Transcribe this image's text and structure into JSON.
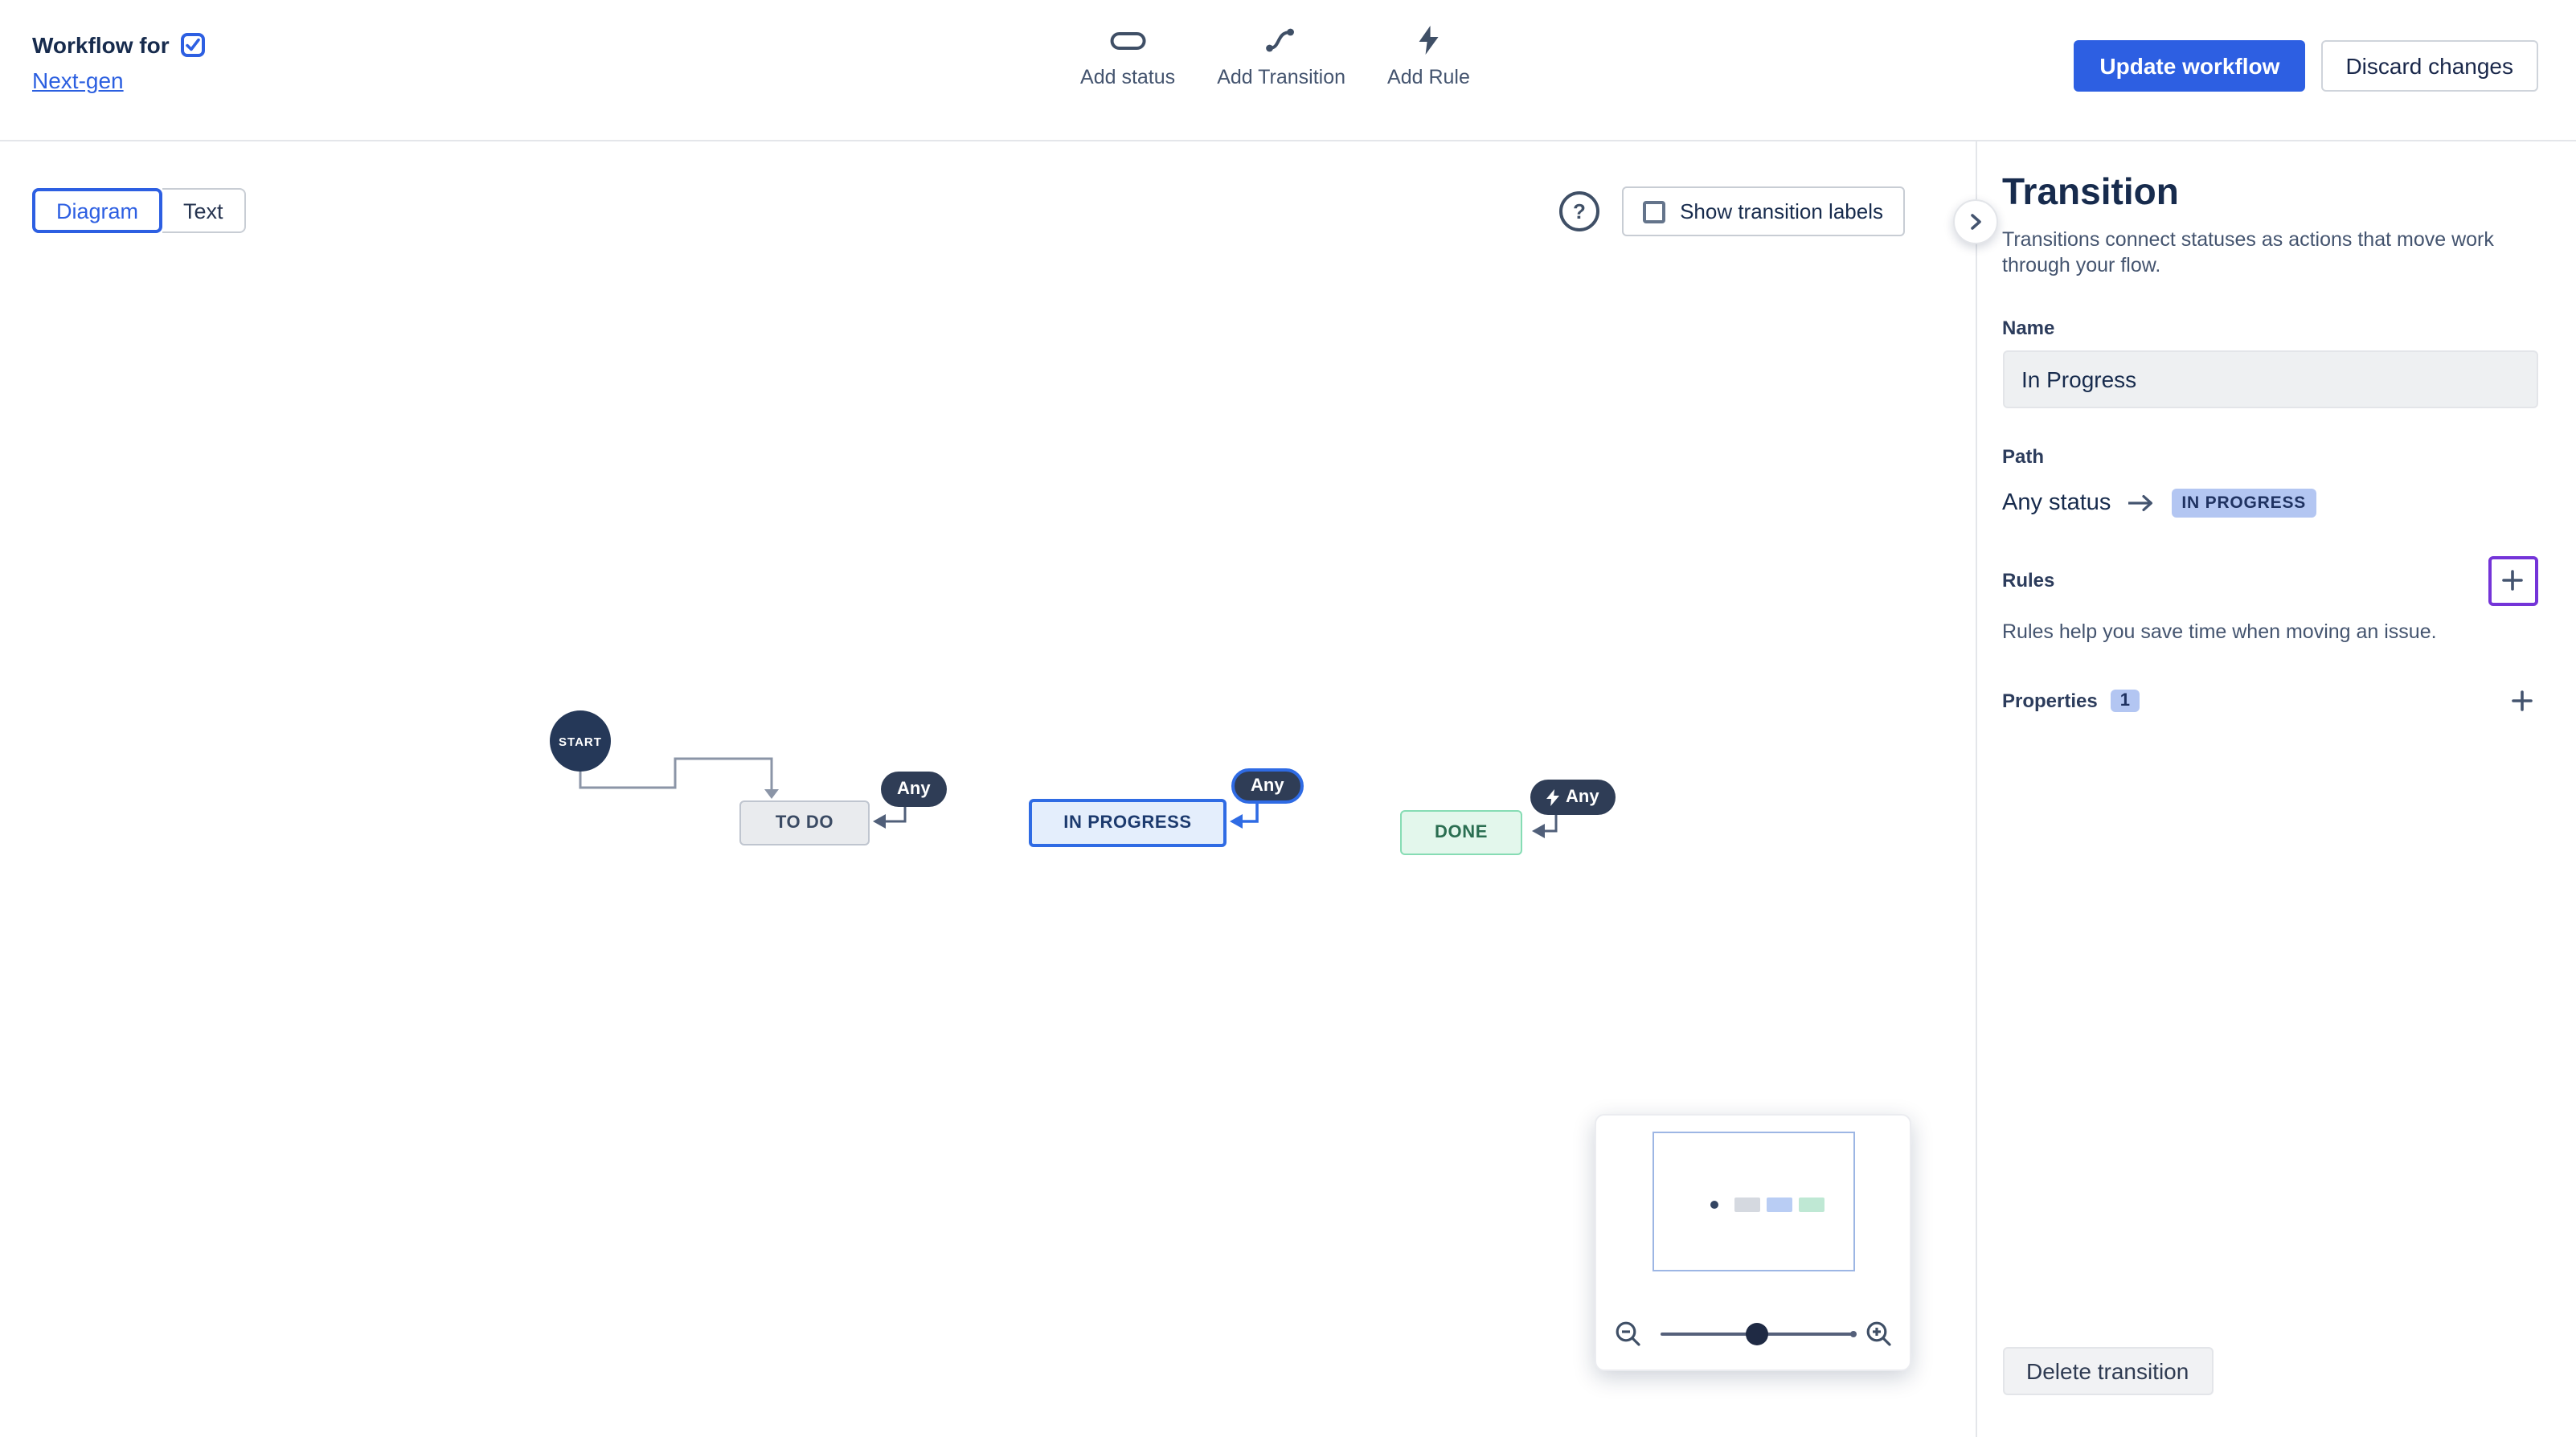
{
  "header": {
    "title": "Workflow for",
    "project_link": "Next-gen",
    "toolbar": [
      {
        "label": "Add status",
        "icon": "status-icon"
      },
      {
        "label": "Add Transition",
        "icon": "transition-icon"
      },
      {
        "label": "Add Rule",
        "icon": "lightning-icon"
      }
    ],
    "update_button": "Update workflow",
    "discard_button": "Discard changes"
  },
  "canvas": {
    "diagram_tab": "Diagram",
    "text_tab": "Text",
    "help_glyph": "?",
    "show_labels_label": "Show transition labels",
    "nodes": {
      "start": "START",
      "todo": "TO DO",
      "in_progress": "IN PROGRESS",
      "done": "DONE"
    },
    "transitions": [
      {
        "label": "Any",
        "target": "TO DO"
      },
      {
        "label": "Any",
        "target": "IN PROGRESS",
        "selected": true
      },
      {
        "label": "Any",
        "target": "DONE",
        "has_rule": true
      }
    ]
  },
  "sidebar": {
    "title": "Transition",
    "description": "Transitions connect statuses as actions that move work through your flow.",
    "name_label": "Name",
    "name_value": "In Progress",
    "path_label": "Path",
    "path_from": "Any status",
    "path_to_badge": "IN PROGRESS",
    "rules_label": "Rules",
    "rules_help": "Rules help you save time when moving an issue.",
    "properties_label": "Properties",
    "properties_count": "1",
    "delete_button": "Delete transition"
  },
  "colors": {
    "primary_blue": "#2D5FE2",
    "selection_blue": "#2F6BE4",
    "focus_purple": "#7434D8",
    "badge_blue": "#B3C6F2",
    "node_dark_navy": "#2F3D56",
    "todo_gray": "#E9EBEE",
    "in_progress_fill": "#E4EEFC",
    "done_green": "#E3F7EC"
  }
}
